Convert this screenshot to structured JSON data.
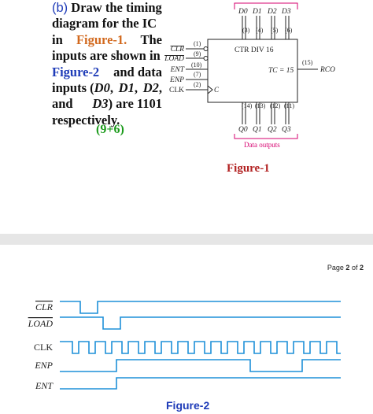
{
  "question": {
    "part_label": "(b)",
    "line1": "Draw the timing",
    "line2": "diagram for the IC",
    "line3_in": "in",
    "line3_fig": "Figure-1.",
    "line3_the": "The",
    "line4": "inputs are shown in",
    "line5_fig": "Figure-2",
    "line5_rest": "and data",
    "line6_a": "inputs (",
    "line6_d0": "D0",
    "line6_d1": "D1",
    "line6_d2": "D2",
    "line7_and": "and",
    "line7_d3": "D3",
    "line7_rest": ") are 1101",
    "line8": "respectively.",
    "comma": ",",
    "marks": "(9+6)"
  },
  "figure1": {
    "caption": "Figure-1",
    "chip_label": "CTR DIV 16",
    "tc_label": "TC = 15",
    "inputs": [
      {
        "name": "CLR",
        "pin": "(1)",
        "overline": true
      },
      {
        "name": "LOAD",
        "pin": "(9)",
        "overline": true
      },
      {
        "name": "ENT",
        "pin": "(10)",
        "overline": false
      },
      {
        "name": "ENP",
        "pin": "(7)",
        "overline": false
      },
      {
        "name": "CLK",
        "pin": "(2)",
        "overline": false
      }
    ],
    "clock_symbol": "C",
    "data_inputs": [
      "D0",
      "D1",
      "D2",
      "D3"
    ],
    "data_pins": [
      "(3)",
      "(4)",
      "(5)",
      "(6)"
    ],
    "outputs": [
      "Q0",
      "Q1",
      "Q2",
      "Q3"
    ],
    "output_pins": [
      "(14)",
      "(13)",
      "(12)",
      "(11)"
    ],
    "rco_label": "RCO",
    "rco_pin": "(15)",
    "data_outputs_label": "Data outputs",
    "accent_color": "#d6006f"
  },
  "page": {
    "prefix": "Page",
    "current": "2",
    "of": "of",
    "total": "2"
  },
  "figure2": {
    "caption": "Figure-2",
    "signals": [
      {
        "name": "CLR",
        "overline": true
      },
      {
        "name": "LOAD",
        "overline": true
      },
      {
        "name": "CLK",
        "overline": false
      },
      {
        "name": "ENP",
        "overline": false
      },
      {
        "name": "ENT",
        "overline": false
      }
    ],
    "waveform_color": "#1e90d8"
  }
}
